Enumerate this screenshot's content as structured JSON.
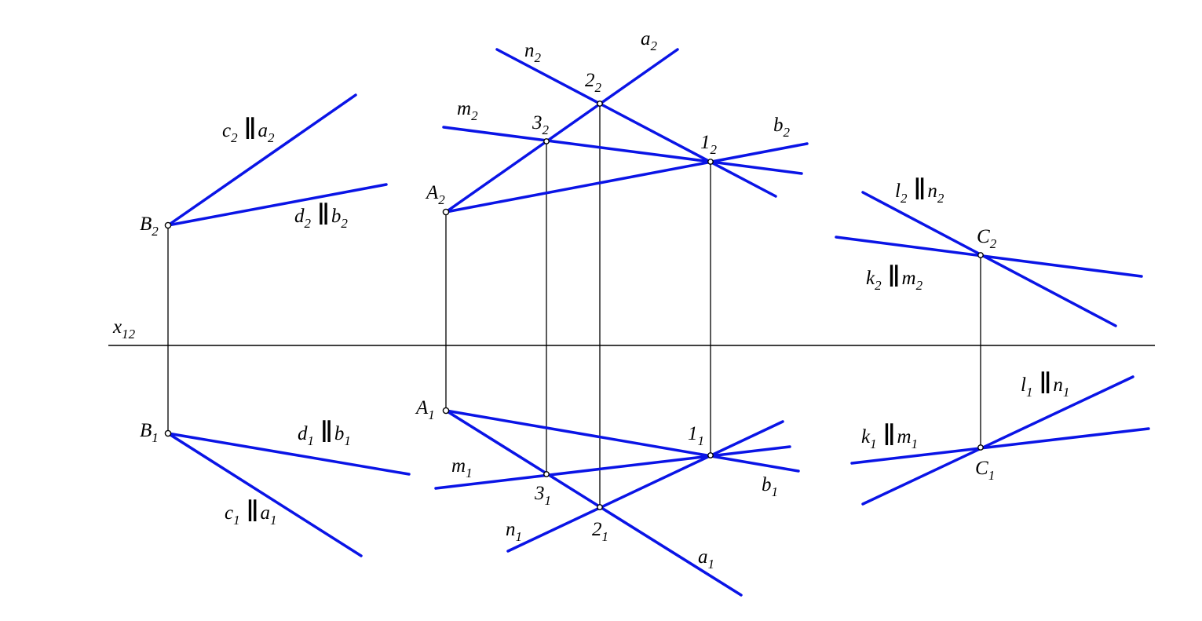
{
  "axis": {
    "name": "x",
    "sub": "12"
  },
  "relation_symbol": "∥",
  "points": {
    "B2": {
      "name": "B",
      "sub": "2"
    },
    "B1": {
      "name": "B",
      "sub": "1"
    },
    "A2": {
      "name": "A",
      "sub": "2"
    },
    "A1": {
      "name": "A",
      "sub": "1"
    },
    "p1_2": {
      "name": "1",
      "sub": "2"
    },
    "p1_1": {
      "name": "1",
      "sub": "1"
    },
    "p2_2": {
      "name": "2",
      "sub": "2"
    },
    "p2_1": {
      "name": "2",
      "sub": "1"
    },
    "p3_2": {
      "name": "3",
      "sub": "2"
    },
    "p3_1": {
      "name": "3",
      "sub": "1"
    },
    "C2": {
      "name": "C",
      "sub": "2"
    },
    "C1": {
      "name": "C",
      "sub": "1"
    }
  },
  "lines": {
    "c2": {
      "name": "c",
      "sub": "2",
      "parallel_to": "a",
      "parallel_sub": "2"
    },
    "d2": {
      "name": "d",
      "sub": "2",
      "parallel_to": "b",
      "parallel_sub": "2"
    },
    "c1": {
      "name": "c",
      "sub": "1",
      "parallel_to": "a",
      "parallel_sub": "1"
    },
    "d1": {
      "name": "d",
      "sub": "1",
      "parallel_to": "b",
      "parallel_sub": "1"
    },
    "n2": {
      "name": "n",
      "sub": "2"
    },
    "a2": {
      "name": "a",
      "sub": "2"
    },
    "m2": {
      "name": "m",
      "sub": "2"
    },
    "b2": {
      "name": "b",
      "sub": "2"
    },
    "m1": {
      "name": "m",
      "sub": "1"
    },
    "b1": {
      "name": "b",
      "sub": "1"
    },
    "n1": {
      "name": "n",
      "sub": "1"
    },
    "a1": {
      "name": "a",
      "sub": "1"
    },
    "l2": {
      "name": "l",
      "sub": "2",
      "parallel_to": "n",
      "parallel_sub": "2"
    },
    "k2": {
      "name": "k",
      "sub": "2",
      "parallel_to": "m",
      "parallel_sub": "2"
    },
    "l1": {
      "name": "l",
      "sub": "1",
      "parallel_to": "n",
      "parallel_sub": "1"
    },
    "k1": {
      "name": "k",
      "sub": "1",
      "parallel_to": "m",
      "parallel_sub": "1"
    }
  },
  "colors": {
    "lines": "#0a14e6",
    "construction": "#000000",
    "background": "#ffffff"
  }
}
